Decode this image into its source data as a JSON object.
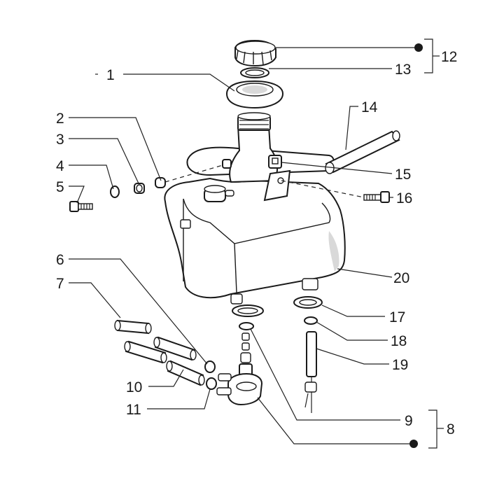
{
  "callouts": [
    {
      "id": "1",
      "text": "1"
    },
    {
      "id": "2",
      "text": "2"
    },
    {
      "id": "3",
      "text": "3"
    },
    {
      "id": "4",
      "text": "4"
    },
    {
      "id": "5",
      "text": "5"
    },
    {
      "id": "6",
      "text": "6"
    },
    {
      "id": "7",
      "text": "7"
    },
    {
      "id": "8",
      "text": "8"
    },
    {
      "id": "9",
      "text": "9"
    },
    {
      "id": "10",
      "text": "10"
    },
    {
      "id": "11",
      "text": "11"
    },
    {
      "id": "12",
      "text": "12"
    },
    {
      "id": "13",
      "text": "13"
    },
    {
      "id": "14",
      "text": "14"
    },
    {
      "id": "15",
      "text": "15"
    },
    {
      "id": "16",
      "text": "16"
    },
    {
      "id": "17",
      "text": "17"
    },
    {
      "id": "18",
      "text": "18"
    },
    {
      "id": "19",
      "text": "19"
    },
    {
      "id": "20",
      "text": "20"
    }
  ],
  "colors": {
    "ink": "#1a1a1a",
    "paper": "#ffffff"
  }
}
